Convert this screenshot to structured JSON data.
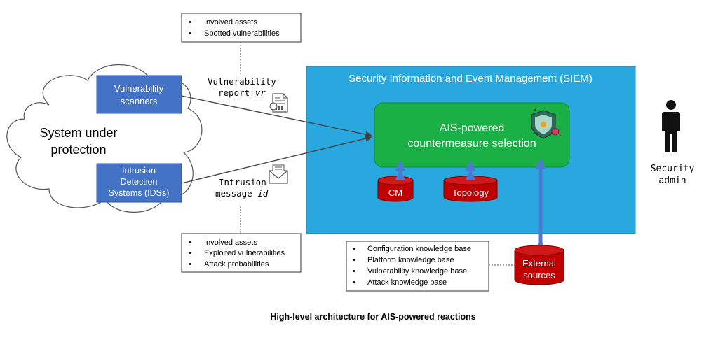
{
  "cloud": {
    "line1": "System under",
    "line2": "protection"
  },
  "scanners": {
    "line1": "Vulnerability",
    "line2": "scanners"
  },
  "ids": {
    "line1": "Intrusion",
    "line2": "Detection",
    "line3": "Systems (IDSs)"
  },
  "report_box": {
    "items": [
      "Involved assets",
      "Spotted vulnerabilities"
    ]
  },
  "report_label": {
    "line1": "Vulnerability",
    "line2_prefix": "report ",
    "line2_var": "vr"
  },
  "intrusion_label": {
    "line1": "Intrusion",
    "line2_prefix": "message ",
    "line2_var": "id"
  },
  "ids_box": {
    "items": [
      "Involved assets",
      "Exploited vulnerabilities",
      "Attack probabilities"
    ]
  },
  "siem": {
    "title": "Security Information and Event Management (SIEM)"
  },
  "ais": {
    "line1": "AIS-powered",
    "line2": "countermeasure selection"
  },
  "cm": {
    "label": "CM"
  },
  "topology": {
    "label": "Topology"
  },
  "external": {
    "line1": "External",
    "line2": "sources"
  },
  "kb_box": {
    "items": [
      "Configuration knowledge base",
      "Platform knowledge base",
      "Vulnerability knowledge base",
      "Attack knowledge base"
    ]
  },
  "admin": {
    "line1": "Security",
    "line2": "admin"
  },
  "caption": "High-level architecture for AIS-powered reactions",
  "colors": {
    "siem_blue": "#29A8E0",
    "ais_green": "#1BB046",
    "box_blue": "#4472C4",
    "db_red": "#C00000",
    "arrow_blue": "#4A7BD0"
  }
}
